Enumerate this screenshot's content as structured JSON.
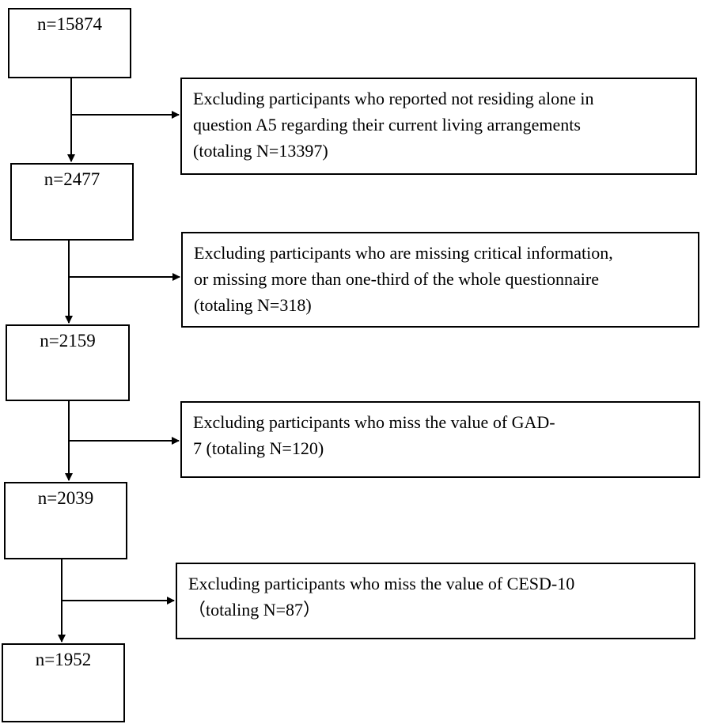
{
  "flowchart": {
    "counts": [
      "n=15874",
      "n=2477",
      "n=2159",
      "n=2039",
      "n=1952"
    ],
    "exclusions": [
      {
        "lines": [
          "Excluding participants who reported not residing alone in",
          "question A5 regarding their current living arrangements",
          "(totaling N=13397)"
        ]
      },
      {
        "lines": [
          "Excluding participants who are missing critical information,",
          "or missing more than one-third of the whole questionnaire",
          "(totaling N=318)"
        ]
      },
      {
        "lines": [
          "Excluding participants who miss the value of GAD-",
          "7 (totaling N=120)"
        ]
      },
      {
        "lines": [
          "Excluding participants who miss the value of CESD-10",
          "（totaling N=87）"
        ]
      }
    ]
  },
  "colors": {
    "stroke": "#000000",
    "background": "#ffffff"
  }
}
